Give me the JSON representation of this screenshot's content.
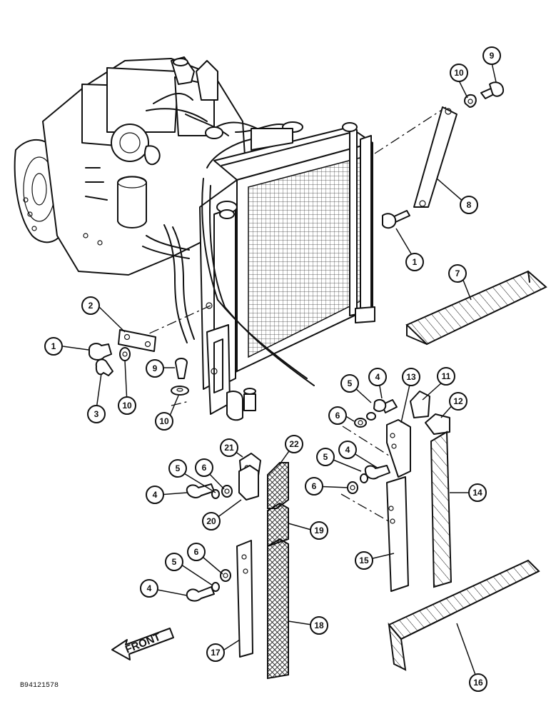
{
  "callouts": [
    {
      "id": "c-9a",
      "label": "9"
    },
    {
      "id": "c-10a",
      "label": "10"
    },
    {
      "id": "c-8",
      "label": "8"
    },
    {
      "id": "c-1a",
      "label": "1"
    },
    {
      "id": "c-7",
      "label": "7"
    },
    {
      "id": "c-2",
      "label": "2"
    },
    {
      "id": "c-1b",
      "label": "1"
    },
    {
      "id": "c-3",
      "label": "3"
    },
    {
      "id": "c-10b",
      "label": "10"
    },
    {
      "id": "c-9b",
      "label": "9"
    },
    {
      "id": "c-10c",
      "label": "10"
    },
    {
      "id": "c-5a",
      "label": "5"
    },
    {
      "id": "c-4a",
      "label": "4"
    },
    {
      "id": "c-13",
      "label": "13"
    },
    {
      "id": "c-11",
      "label": "11"
    },
    {
      "id": "c-6a",
      "label": "6"
    },
    {
      "id": "c-12",
      "label": "12"
    },
    {
      "id": "c-21",
      "label": "21"
    },
    {
      "id": "c-22",
      "label": "22"
    },
    {
      "id": "c-5b",
      "label": "5"
    },
    {
      "id": "c-6b",
      "label": "6"
    },
    {
      "id": "c-5c",
      "label": "5"
    },
    {
      "id": "c-4b",
      "label": "4"
    },
    {
      "id": "c-6c",
      "label": "6"
    },
    {
      "id": "c-14",
      "label": "14"
    },
    {
      "id": "c-4c",
      "label": "4"
    },
    {
      "id": "c-20",
      "label": "20"
    },
    {
      "id": "c-19",
      "label": "19"
    },
    {
      "id": "c-15",
      "label": "15"
    },
    {
      "id": "c-5d",
      "label": "5"
    },
    {
      "id": "c-6d",
      "label": "6"
    },
    {
      "id": "c-4d",
      "label": "4"
    },
    {
      "id": "c-18",
      "label": "18"
    },
    {
      "id": "c-17",
      "label": "17"
    },
    {
      "id": "c-16",
      "label": "16"
    }
  ],
  "front_label": "FRONT",
  "reference_code": "B94121578"
}
